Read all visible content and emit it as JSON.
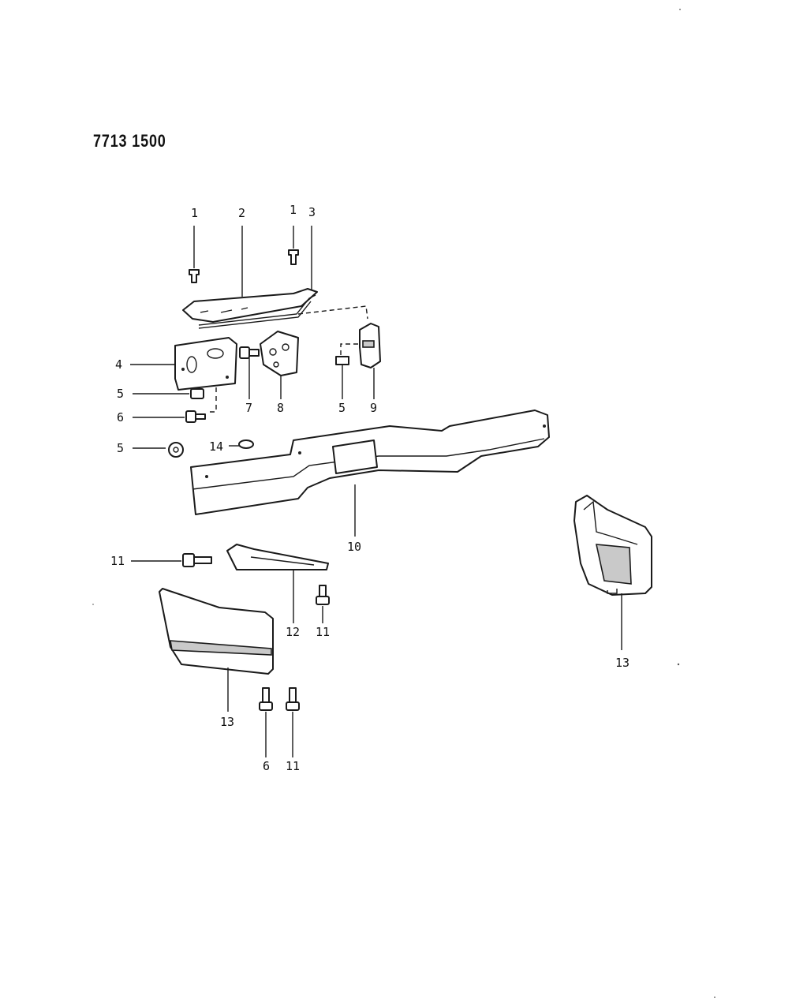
{
  "page_code": "7713 1500",
  "callouts": {
    "c1a": "1",
    "c2": "2",
    "c1b": "1",
    "c3": "3",
    "c4": "4",
    "c5a": "5",
    "c6a": "6",
    "c7": "7",
    "c8": "8",
    "c5b": "5",
    "c9": "9",
    "c5c": "5",
    "c14": "14",
    "c10": "10",
    "c11a": "11",
    "c12": "12",
    "c11b": "11",
    "c13a": "13",
    "c6b": "6",
    "c11c": "11",
    "c13b": "13"
  }
}
